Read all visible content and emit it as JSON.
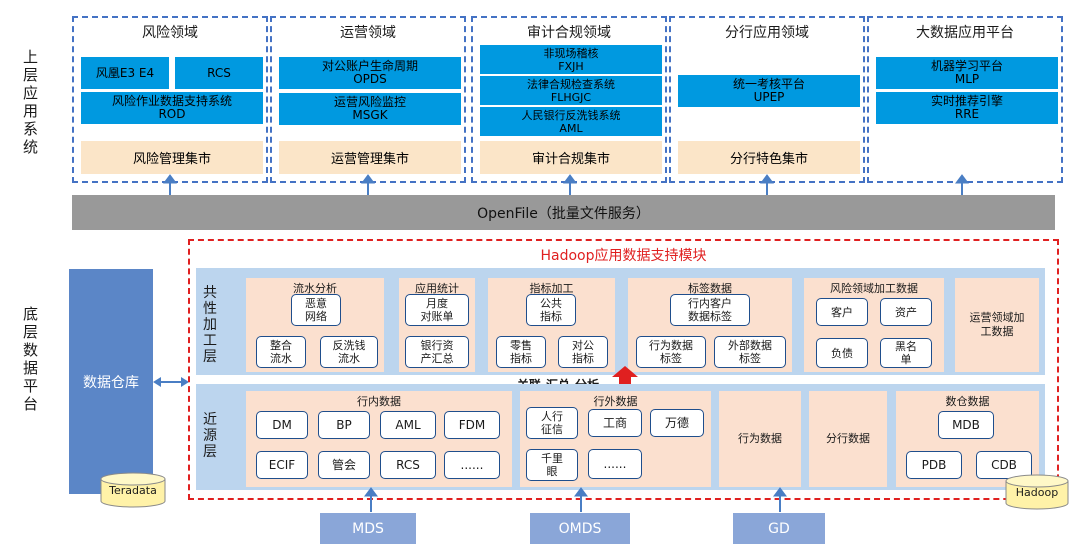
{
  "upper_label": "上层应用系统",
  "lower_label": "底层数据平台",
  "domains": [
    {
      "title": "风险领域",
      "mart": "风险管理集市"
    },
    {
      "title": "运营领域",
      "mart": "运营管理集市"
    },
    {
      "title": "审计合规领域",
      "mart": "审计合规集市"
    },
    {
      "title": "分行应用领域",
      "mart": "分行特色集市"
    },
    {
      "title": "大数据应用平台"
    }
  ],
  "risk_systems": [
    "风凰E3 E4",
    "RCS",
    "风险作业数据支持系统\nROD"
  ],
  "ops_systems": [
    "对公账户生命周期\nOPDS",
    "运营风险监控\nMSGK"
  ],
  "audit_systems": [
    "非现场稽核\nFXJH",
    "法律合规检查系统\nFLHGJC",
    "人民银行反洗钱系统\nAML"
  ],
  "branch_systems": [
    "统一考核平台\nUPEP"
  ],
  "bigdata_systems": [
    "机器学习平台\nMLP",
    "实时推荐引擎\nRRE"
  ],
  "openfile": "OpenFile（批量文件服务）",
  "hadoop_title": "Hadoop应用数据支持模块",
  "common_layer_label": "共性加工层",
  "near_layer_label": "近源层",
  "center_label": "关联-汇总-分析",
  "data_warehouse": "数据仓库",
  "teradata": "Teradata",
  "hadoop": "Hadoop",
  "common_cards": {
    "flow": {
      "title": "流水分析",
      "items": [
        "恶意\n网络",
        "整合\n流水",
        "反洗钱\n流水"
      ]
    },
    "stats": {
      "title": "应用统计",
      "items": [
        "月度\n对账单",
        "银行资\n产汇总"
      ]
    },
    "index": {
      "title": "指标加工",
      "items": [
        "公共\n指标",
        "零售\n指标",
        "对公\n指标"
      ]
    },
    "tag": {
      "title": "标签数据",
      "items": [
        "行内客户\n数据标签",
        "行为数据\n标签",
        "外部数据\n标签"
      ]
    },
    "risk": {
      "title": "风险领域加工数据",
      "items": [
        "客户",
        "资产",
        "负债",
        "黑名\n单"
      ]
    },
    "ops": {
      "text": "运营领域加\n工数据"
    }
  },
  "near_cards": {
    "internal": {
      "title": "行内数据",
      "items": [
        "DM",
        "BP",
        "AML",
        "FDM",
        "ECIF",
        "管会",
        "RCS",
        "......"
      ]
    },
    "external": {
      "title": "行外数据",
      "items": [
        "人行\n征信",
        "工商",
        "万德",
        "千里\n眼",
        "......"
      ]
    },
    "behavior": {
      "text": "行为数据"
    },
    "branch": {
      "text": "分行数据"
    },
    "warehouse": {
      "title": "数仓数据",
      "items": [
        "MDB",
        "PDB",
        "CDB"
      ]
    }
  },
  "sources": [
    "MDS",
    "OMDS",
    "GD"
  ],
  "colors": {
    "domain_border": "#4472c4",
    "system_blue": "#0099e0",
    "mart_beige": "#fbe5c8",
    "hadoop_border": "#e02020",
    "layer_bg": "#bcd5ee",
    "card_bg": "#fbe0cf",
    "arrow": "#4a7ec4",
    "red_arrow": "#e02020"
  }
}
